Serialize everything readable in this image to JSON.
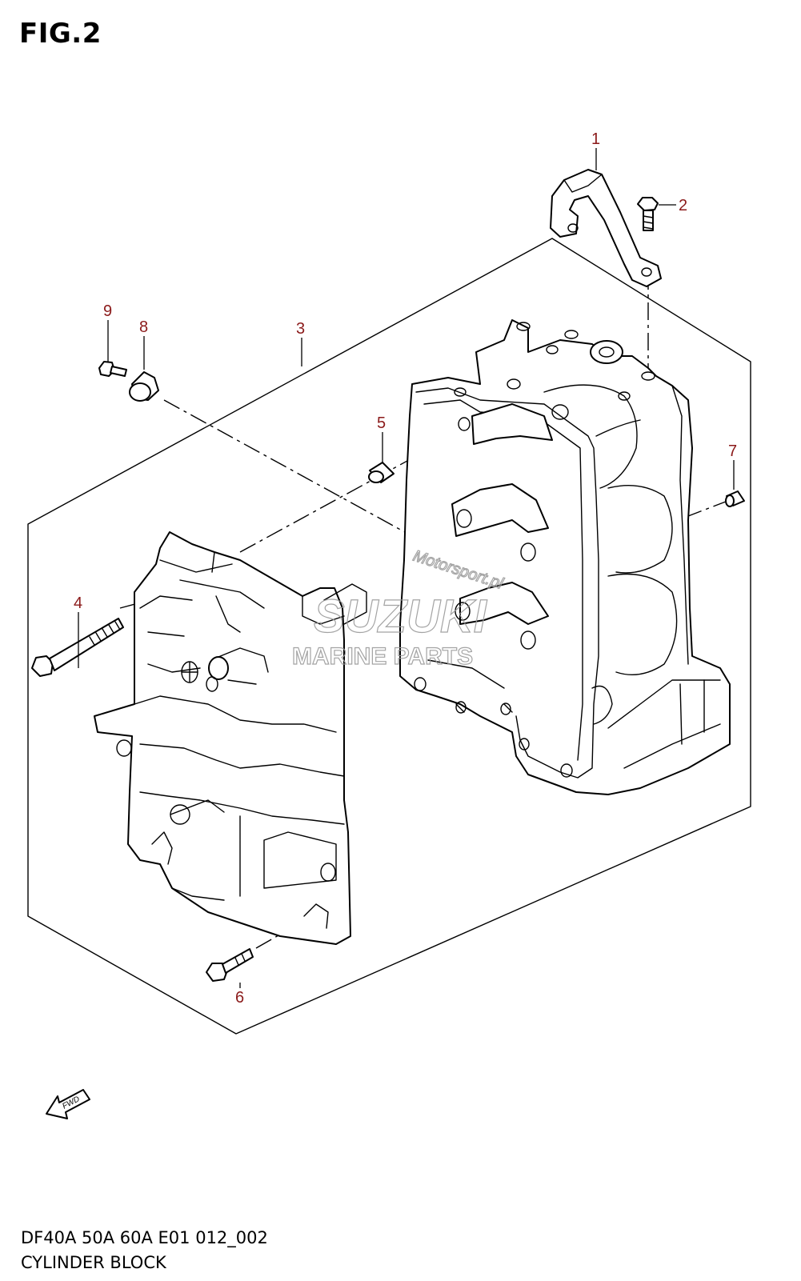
{
  "figure_title": "FIG.2",
  "footer": {
    "model_line": "DF40A 50A 60A E01 012_002",
    "name_line": "CYLINDER BLOCK"
  },
  "watermark": {
    "brand": "SUZUKI",
    "sub": "MARINE PARTS",
    "script": "Motorsport.pl"
  },
  "fwd_label": "FWD",
  "callouts": [
    "1",
    "2",
    "3",
    "4",
    "5",
    "6",
    "7",
    "8",
    "9"
  ],
  "colors": {
    "callout": "#8b1a1a",
    "line": "#000000",
    "watermark": "#9a9a9a"
  }
}
